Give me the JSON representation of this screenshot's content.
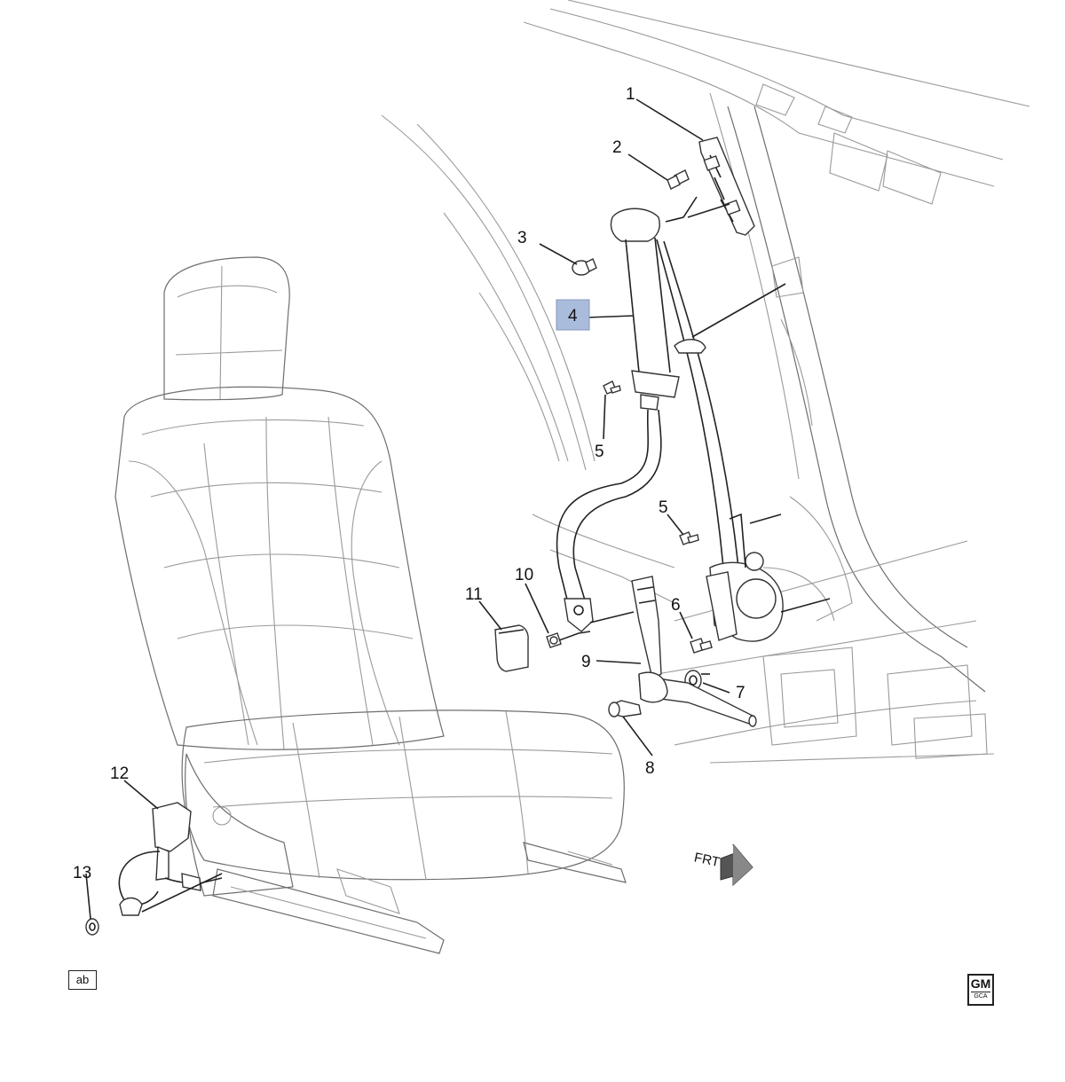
{
  "diagram": {
    "callouts": [
      {
        "id": "c1",
        "text": "1"
      },
      {
        "id": "c2",
        "text": "2"
      },
      {
        "id": "c3",
        "text": "3"
      },
      {
        "id": "c4",
        "text": "4",
        "highlight": true
      },
      {
        "id": "c5a",
        "text": "5"
      },
      {
        "id": "c5b",
        "text": "5"
      },
      {
        "id": "c6",
        "text": "6"
      },
      {
        "id": "c7",
        "text": "7"
      },
      {
        "id": "c8",
        "text": "8"
      },
      {
        "id": "c9",
        "text": "9"
      },
      {
        "id": "c10",
        "text": "10"
      },
      {
        "id": "c11",
        "text": "11"
      },
      {
        "id": "c12",
        "text": "12"
      },
      {
        "id": "c13",
        "text": "13"
      }
    ],
    "frt_label": "FRT",
    "view_tag": "ab",
    "logo": {
      "line1": "GM",
      "line2": "GCA"
    },
    "colors": {
      "highlight_fill": "#aabcdb",
      "line": "#222222",
      "background": "#ffffff"
    }
  }
}
